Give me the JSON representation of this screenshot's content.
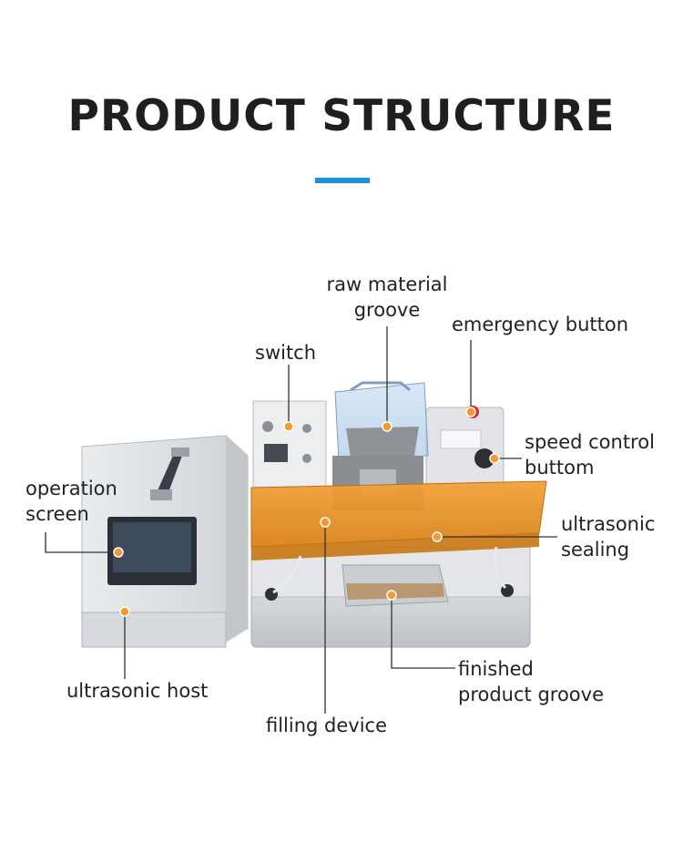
{
  "title": "PRODUCT STRUCTURE",
  "accent_color": "#1b8ee0",
  "marker_color": "#f59a2e",
  "labels": {
    "raw_material_groove": [
      "raw material",
      "groove"
    ],
    "emergency_button": "emergency button",
    "switch": "switch",
    "speed_control_button": [
      "speed control",
      "buttom"
    ],
    "operation_screen": [
      "operation",
      "screen"
    ],
    "ultrasonic_sealing": [
      "ultrasonic",
      "sealing"
    ],
    "ultrasonic_host": "ultrasonic host",
    "finished_product_groove": [
      "finished",
      "product groove"
    ],
    "filling_device": "filling device"
  }
}
